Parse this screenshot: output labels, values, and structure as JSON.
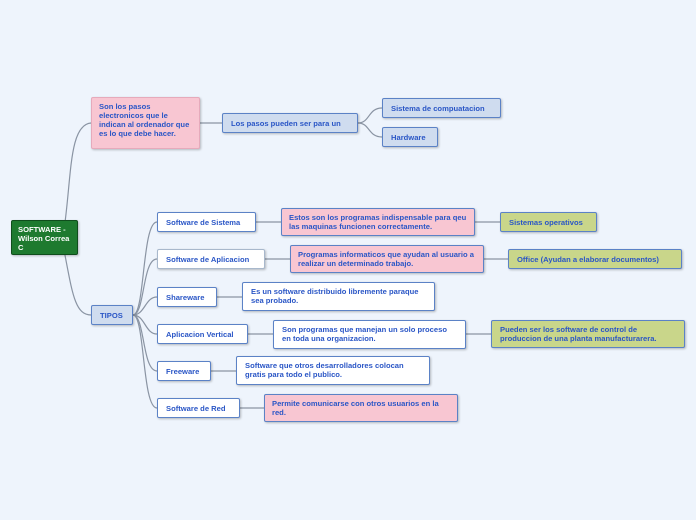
{
  "root": {
    "label": "SOFTWARE - Wilson Correa C"
  },
  "definition": {
    "label": "Son los pasos electronicos que le indican al ordenador que es lo que debe hacer."
  },
  "pasos": {
    "label": "Los pasos pueden ser para un"
  },
  "sistema_computacion": {
    "label": "Sistema de compuatacion"
  },
  "hardware": {
    "label": "Hardware"
  },
  "tipos": {
    "label": "TIPOS"
  },
  "types": [
    {
      "name": "Software de Sistema",
      "desc": "Estos son los programas indispensable para qeu las maquinas funcionen correctamente.",
      "example": "Sistemas operativos"
    },
    {
      "name": "Software de Aplicacion",
      "desc": "Programas informaticos que ayudan al usuario a realizar un determinado trabajo.",
      "example": "Office (Ayudan a elaborar documentos)"
    },
    {
      "name": "Shareware",
      "desc": "Es un software distribuido libremente paraque sea probado."
    },
    {
      "name": "Aplicacion Vertical",
      "desc": "Son programas que manejan un solo proceso en toda una organizacion.",
      "example": "Pueden ser los software de control de produccion de una planta manufacturarera."
    },
    {
      "name": "Freeware",
      "desc": "Software que otros desarrolladores colocan gratis para todo el publico."
    },
    {
      "name": "Software de Red",
      "desc": "Permite comunicarse con otros usuarios en la red."
    }
  ]
}
